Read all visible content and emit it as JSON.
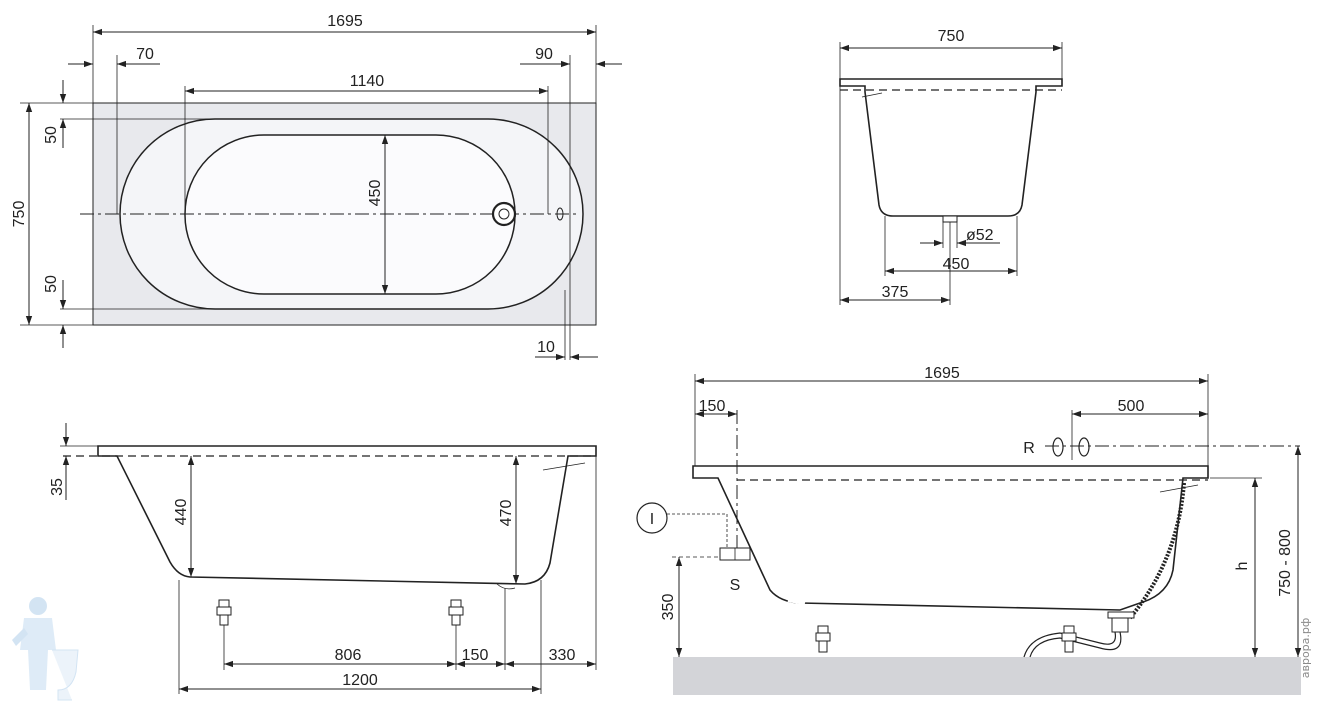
{
  "top_view": {
    "overall_length": "1695",
    "left_offset": "70",
    "right_offset": "90",
    "inner_length": "1140",
    "overall_width": "750",
    "rim_top": "50",
    "rim_bottom": "50",
    "inner_width": "450",
    "drain_offset": "10"
  },
  "end_view": {
    "width": "750",
    "drain_diameter": "ø52",
    "bottom_width": "450",
    "drain_center": "375"
  },
  "side_view": {
    "rim": "35",
    "depth_left": "440",
    "depth_right": "470",
    "feet_spacing": "806",
    "feet_gap": "150",
    "right_overhang": "330",
    "base_length": "1200"
  },
  "install_view": {
    "overall_length": "1695",
    "left_offset": "150",
    "tap_offset": "500",
    "tap_label": "R",
    "panel_label": "S",
    "panel_marker": "I",
    "floor_height": "350",
    "height_var": "h",
    "total_height": "750 - 800"
  },
  "watermark": "аврора.рф"
}
